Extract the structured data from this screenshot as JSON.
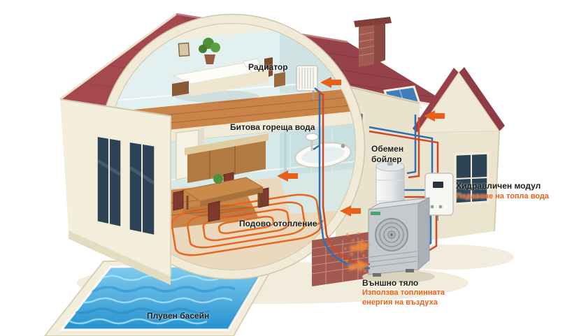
{
  "diagram": {
    "type": "heat-pump-house-cutaway",
    "labels": {
      "radiator": "Радиатор",
      "domestic_hot_water": "Битова гореща вода",
      "buffer_tank": "Обемен\nбойлер",
      "hydraulic_module": "Хидравличен модул",
      "hydraulic_module_note": "Подаване на топла вода",
      "floor_heating": "Подово отопление",
      "outdoor_unit": "Външно тяло",
      "outdoor_unit_note": "Използва топлинната\nенергия на въздуха",
      "swimming_pool": "Плувен басейн"
    },
    "colors": {
      "accent": "#e8611a",
      "text": "#1d1d1b",
      "roof": "#a5494f",
      "wall": "#f4efdd",
      "pool_water": "#2f9fd8",
      "heating_coil": "#e8671f",
      "pipe_hot": "#cc4a2a",
      "pipe_cold": "#2f6fb2"
    }
  }
}
